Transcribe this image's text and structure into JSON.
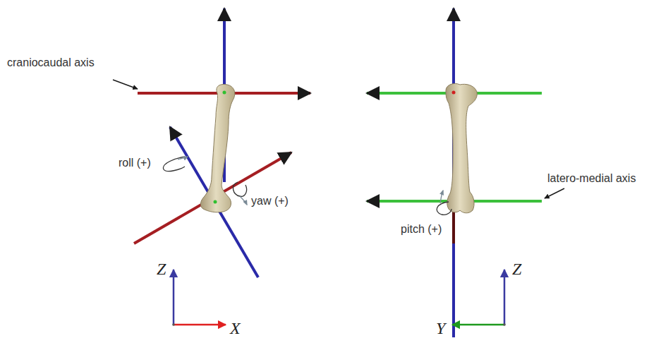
{
  "diagram": {
    "labels": [
      "craniocaudal axis",
      "roll (+)",
      "yaw (+)",
      "Z",
      "X",
      "latero-medial axis",
      "pitch (+)",
      "Z",
      "Y"
    ]
  }
}
